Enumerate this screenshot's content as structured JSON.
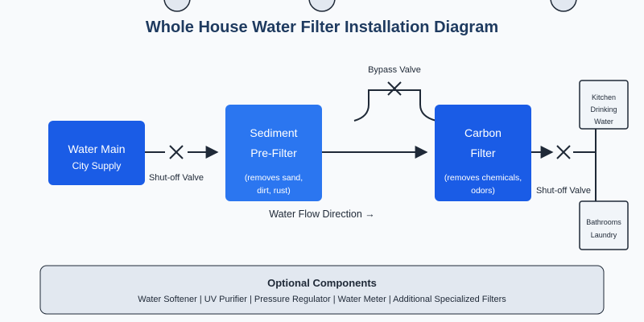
{
  "title": "Whole House Water Filter Installation Diagram",
  "water_main": {
    "line1": "Water Main",
    "line2": "City Supply"
  },
  "sediment": {
    "line1": "Sediment",
    "line2": "Pre-Filter",
    "note1": "(removes sand,",
    "note2": "dirt, rust)"
  },
  "carbon": {
    "line1": "Carbon",
    "line2": "Filter",
    "note1": "(removes chemicals,",
    "note2": "odors)"
  },
  "valves": {
    "shutoff_1": "Shut-off Valve",
    "shutoff_2": "Shut-off Valve",
    "bypass": "Bypass Valve"
  },
  "flow_direction": "Water Flow Direction →",
  "outlets": {
    "kitchen": {
      "line1": "Kitchen",
      "line2": "Drinking",
      "line3": "Water"
    },
    "bathrooms": {
      "line1": "Bathrooms",
      "line2": "Laundry"
    }
  },
  "optional": {
    "title": "Optional Components",
    "items": "Water Softener | UV Purifier | Pressure Regulator | Water Meter | Additional Specialized Filters"
  },
  "colors": {
    "primary_box": "#1a5ce6",
    "sediment_box": "#2b76f0",
    "line": "#1f2937",
    "panel_fill": "#e2e8f0",
    "title": "#1e3a5f"
  }
}
